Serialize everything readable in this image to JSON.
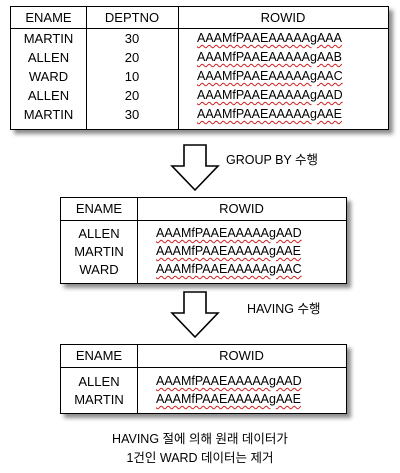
{
  "table1": {
    "headers": [
      "ENAME",
      "DEPTNO",
      "ROWID"
    ],
    "rows": [
      {
        "ename": "MARTIN",
        "deptno": "30",
        "rowid": "AAAMfPAAEAAAAAgAAA"
      },
      {
        "ename": "ALLEN",
        "deptno": "20",
        "rowid": "AAAMfPAAEAAAAAgAAB"
      },
      {
        "ename": "WARD",
        "deptno": "10",
        "rowid": "AAAMfPAAEAAAAAgAAC"
      },
      {
        "ename": "ALLEN",
        "deptno": "20",
        "rowid": "AAAMfPAAEAAAAAgAAD"
      },
      {
        "ename": "MARTIN",
        "deptno": "30",
        "rowid": "AAAMfPAAEAAAAAgAAE"
      }
    ]
  },
  "step1_label": "GROUP BY 수행",
  "table2": {
    "headers": [
      "ENAME",
      "ROWID"
    ],
    "rows": [
      {
        "ename": "ALLEN",
        "rowid": "AAAMfPAAEAAAAAgAAD"
      },
      {
        "ename": "MARTIN",
        "rowid": "AAAMfPAAEAAAAAgAAE"
      },
      {
        "ename": "WARD",
        "rowid": "AAAMfPAAEAAAAAgAAC"
      }
    ]
  },
  "step2_label": "HAVING 수행",
  "table3": {
    "headers": [
      "ENAME",
      "ROWID"
    ],
    "rows": [
      {
        "ename": "ALLEN",
        "rowid": "AAAMfPAAEAAAAAgAAD"
      },
      {
        "ename": "MARTIN",
        "rowid": "AAAMfPAAEAAAAAgAAE"
      }
    ]
  },
  "caption": {
    "line1": "HAVING 절에 의해 원래 데이터가",
    "line2": "1건인 WARD 데이터는 제거"
  }
}
